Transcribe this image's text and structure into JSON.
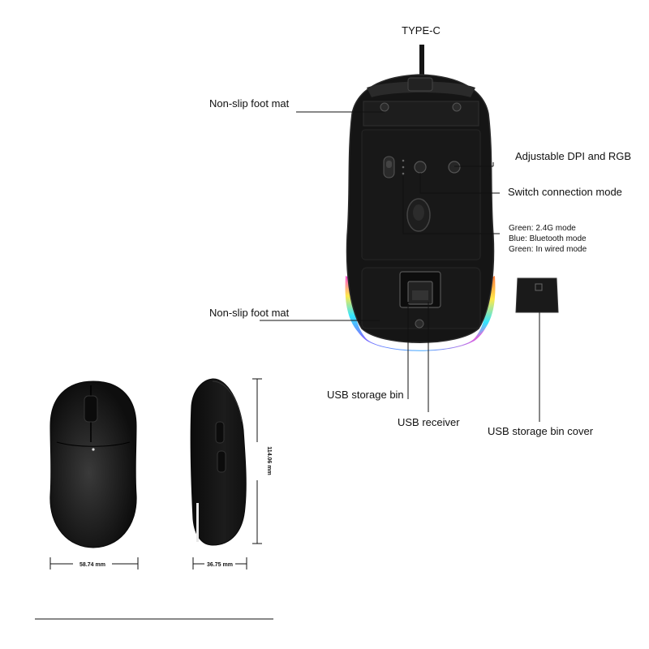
{
  "labels": {
    "type_c": "TYPE-C",
    "foot_mat_top": "Non-slip foot mat",
    "adjustable_dpi_rgb": "Adjustable DPI and RGB",
    "switch_connection_mode": "Switch connection mode",
    "mode_green_24g": "Green: 2.4G mode",
    "mode_blue_bluetooth": "Blue: Bluetooth mode",
    "mode_green_wired": "Green: In wired mode",
    "foot_mat_bottom": "Non-slip foot mat",
    "usb_storage_bin": "USB storage bin",
    "usb_receiver": "USB receiver",
    "usb_storage_bin_cover": "USB storage bin cover"
  },
  "dimensions": {
    "width": "58.74 mm",
    "height": "36.75 mm",
    "length": "114.06 mm"
  },
  "colors": {
    "body": "#151515",
    "rgb_strip": [
      "#ff4fd8",
      "#8b5cff",
      "#3fa9ff",
      "#33e6ff",
      "#ffe84a",
      "#ff7a3d"
    ]
  }
}
